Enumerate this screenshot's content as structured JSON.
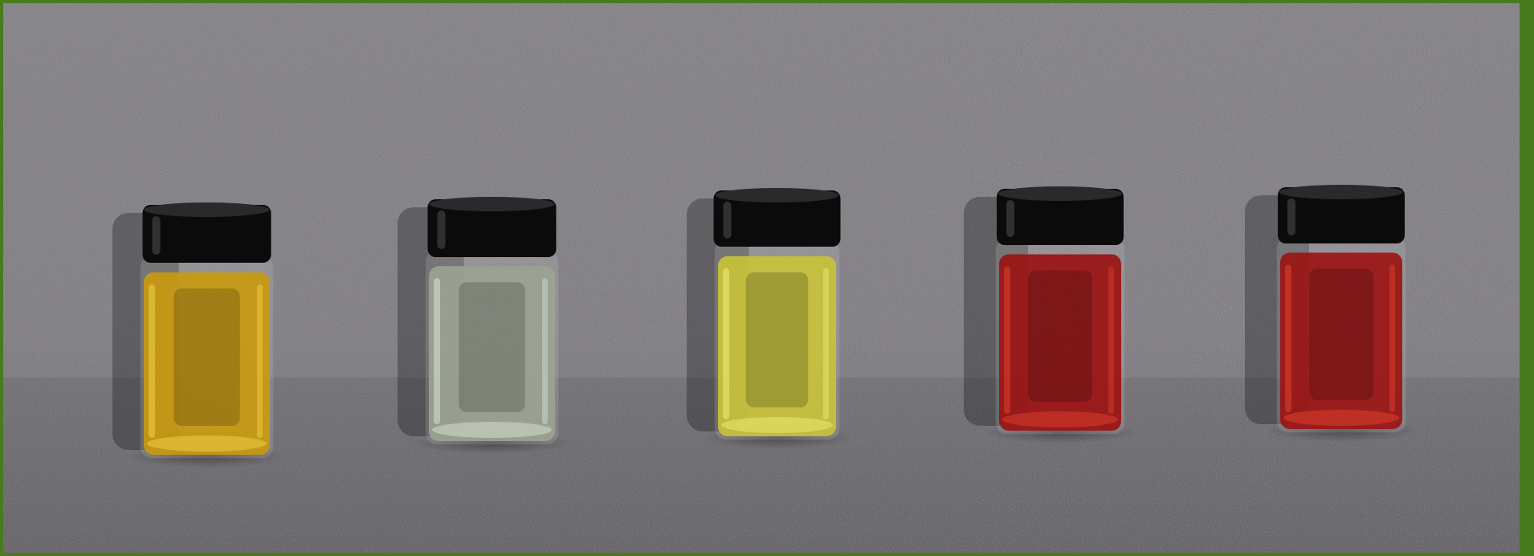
{
  "scene": {
    "frame_color": "#4a7a1e",
    "backdrop_color": "#76737a",
    "backdrop_shadow_color": "#5f5c62",
    "cap_color": "#0b0b0c"
  },
  "vials": [
    {
      "id": "vial-1",
      "liquid_name": "amber-yellow",
      "liquid_color": "#c99a10",
      "highlight_color": "#f3d24a",
      "fill_level": 0.92
    },
    {
      "id": "vial-2",
      "liquid_name": "pale-clear",
      "liquid_color": "#9aa392",
      "highlight_color": "#d9e2cf",
      "fill_level": 0.92
    },
    {
      "id": "vial-3",
      "liquid_name": "yellow",
      "liquid_color": "#c8c23a",
      "highlight_color": "#f1ec7a",
      "fill_level": 0.92
    },
    {
      "id": "vial-4",
      "liquid_name": "red",
      "liquid_color": "#9a1414",
      "highlight_color": "#e0402a",
      "fill_level": 0.92
    },
    {
      "id": "vial-5",
      "liquid_name": "red",
      "liquid_color": "#9c1515",
      "highlight_color": "#e2442c",
      "fill_level": 0.92
    }
  ]
}
